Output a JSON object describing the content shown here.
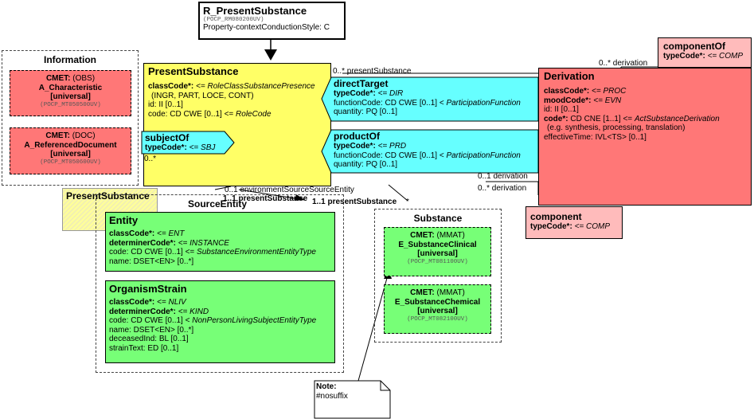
{
  "header": {
    "title": "R_PresentSubstance",
    "id": "(POCP_RM080200UV)",
    "style": "Property-contextConductionStyle: C"
  },
  "information": {
    "title": "Information",
    "items": [
      {
        "cmet": "CMET:",
        "kind": "(OBS)",
        "name": "A_Characteristic",
        "scope": "[universal]",
        "id": "(POCP_MT050500UV)"
      },
      {
        "cmet": "CMET:",
        "kind": "(DOC)",
        "name": "A_ReferencedDocument",
        "scope": "[universal]",
        "id": "(POCP_MT050600UV)"
      }
    ]
  },
  "present_substance": {
    "title": "PresentSubstance",
    "class_label": "classCode*:",
    "class_value": "<= RoleClassSubstancePresence",
    "class_values": "(INGR, PART, LOCE, CONT)",
    "id": "id: II [0..1]",
    "code_prefix": "code: CD CWE [0..1] <=",
    "code_value": "RoleCode"
  },
  "subject_of": {
    "title": "subjectOf",
    "type_label": "typeCode*:",
    "type_value": "<= SBJ",
    "mult": "0..*"
  },
  "direct_target": {
    "title": "directTarget",
    "type_label": "typeCode*:",
    "type_value": "<= DIR",
    "function_prefix": "functionCode: CD CWE [0..1] <",
    "function_value": "ParticipationFunction",
    "quantity": "quantity: PQ [0..1]"
  },
  "product_of": {
    "title": "productOf",
    "type_label": "typeCode*:",
    "type_value": "<= PRD",
    "function_prefix": "functionCode: CD CWE [0..1] <",
    "function_value": "ParticipationFunction",
    "quantity": "quantity: PQ [0..1]"
  },
  "derivation": {
    "title": "Derivation",
    "class_label": "classCode*:",
    "class_value": "<= PROC",
    "mood_label": "moodCode*:",
    "mood_value": "<= EVN",
    "id": "id: II [0..1]",
    "code_label": "code*:",
    "code_prefix": "CD CNE [1..1] <=",
    "code_value": "ActSubstanceDerivation",
    "code_note": "(e.g. synthesis, processing, translation)",
    "effective": "effectiveTime: IVL<TS> [0..1]"
  },
  "component_of": {
    "title": "componentOf",
    "type_label": "typeCode*:",
    "type_value": "<= COMP"
  },
  "component": {
    "title": "component",
    "type_label": "typeCode*:",
    "type_value": "<= COMP"
  },
  "present_substance_ref": {
    "title": "PresentSubstance"
  },
  "source_entity": {
    "title": "SourceEntity"
  },
  "entity": {
    "title": "Entity",
    "class_label": "classCode*:",
    "class_value": "<= ENT",
    "det_label": "determinerCode*:",
    "det_value": "<= INSTANCE",
    "code_prefix": "code: CD CWE [0..1] <=",
    "code_value": "SubstanceEnvironmentEntityType",
    "name": "name: DSET<EN> [0..*]"
  },
  "organism_strain": {
    "title": "OrganismStrain",
    "class_label": "classCode*:",
    "class_value": "<= NLIV",
    "det_label": "determinerCode*:",
    "det_value": "<= KIND",
    "code_prefix": "code: CD CWE [0..1] <",
    "code_value": "NonPersonLivingSubjectEntityType",
    "name": "name: DSET<EN> [0..*]",
    "deceased": "deceasedInd: BL [0..1]",
    "strain": "strainText: ED [0..1]"
  },
  "substance": {
    "title": "Substance",
    "items": [
      {
        "cmet": "CMET:",
        "kind": "(MMAT)",
        "name": "E_SubstanceClinical",
        "scope": "[universal]",
        "id": "(POCP_MT081100UV)"
      },
      {
        "cmet": "CMET:",
        "kind": "(MMAT)",
        "name": "E_SubstanceChemical",
        "scope": "[universal]",
        "id": "(POCP_MT082100UV)"
      }
    ]
  },
  "labels": {
    "derivation_top": "0..* derivation",
    "present_substance_top": "0..* presentSubstance",
    "derivation_1": "0..1 derivation",
    "derivation_2": "0..* derivation",
    "env_source": "0..1 environmentSourceSourceEntity",
    "present_sub_a": "1..1 presentSubstance",
    "present_sub_b": "1..1 presentSubstance",
    "star": "*"
  },
  "note": {
    "title": "Note:",
    "text": "#nosuffix"
  }
}
